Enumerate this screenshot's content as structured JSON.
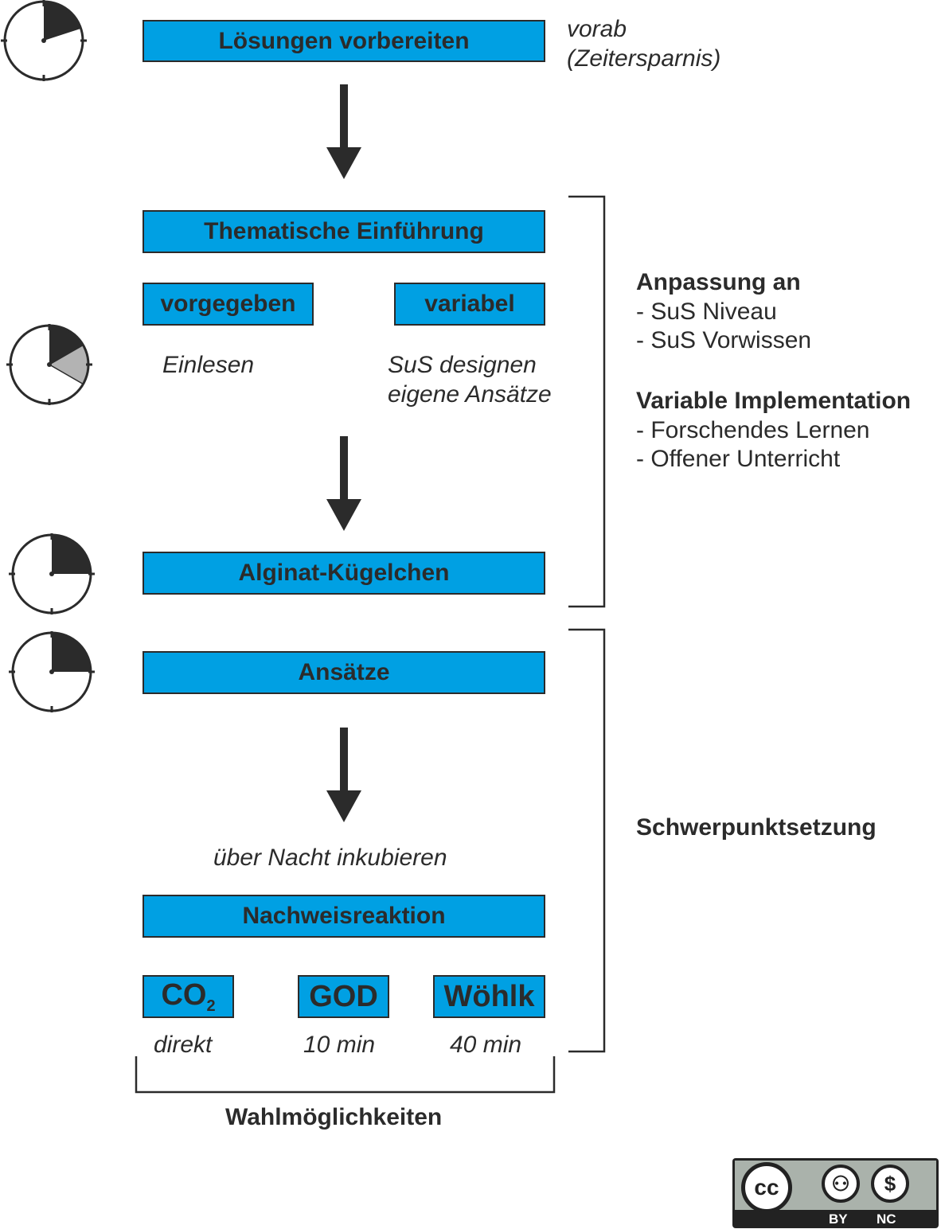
{
  "boxes": {
    "loesungen": "Lösungen vorbereiten",
    "einfuehrung": "Thematische Einführung",
    "vorgegeben": "vorgegeben",
    "variabel": "variabel",
    "alginat": "Alginat-Kügelchen",
    "ansaetze": "Ansätze",
    "nachweis": "Nachweisreaktion",
    "co2_main": "CO",
    "co2_sub": "2",
    "god": "GOD",
    "woehlk": "Wöhlk"
  },
  "notes": {
    "vorab_line1": "vorab",
    "vorab_line2": "(Zeitersparnis)",
    "einlesen": "Einlesen",
    "sus_line1": "SuS designen",
    "sus_line2": "eigene Ansätze",
    "inkubieren": "über Nacht inkubieren",
    "direkt": "direkt",
    "god_time": "10 min",
    "woehlk_time": "40 min",
    "wahl": "Wahlmöglichkeiten"
  },
  "side": {
    "anpassung_title": "Anpassung an",
    "anpassung_items": [
      "- SuS Niveau",
      "- SuS Vorwissen"
    ],
    "variable_title": "Variable Implementation",
    "variable_items": [
      "- Forschendes Lernen",
      "- Offener Unterricht"
    ],
    "schwerpunkt": "Schwerpunktsetzung"
  },
  "license": {
    "cc": "cc",
    "by": "BY",
    "nc": "NC"
  },
  "colors": {
    "box_fill": "#00a0e3",
    "dark": "#2b2b2b",
    "gray_sector": "#b3b3b3"
  }
}
